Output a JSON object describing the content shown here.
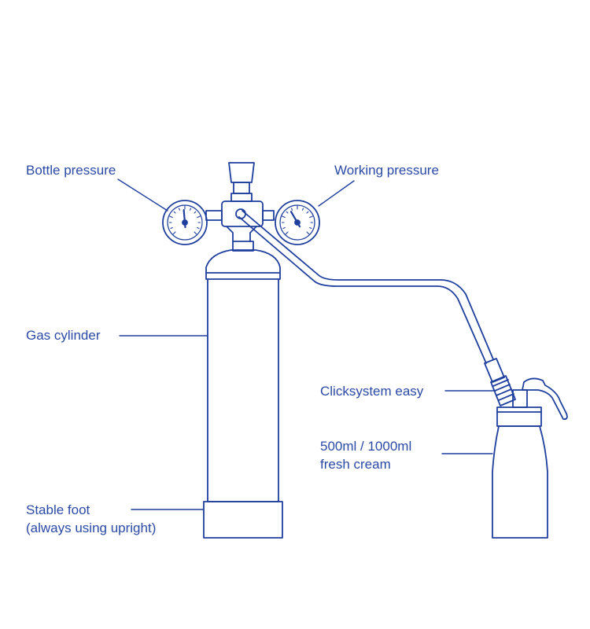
{
  "colors": {
    "stroke": "#1f3f9e",
    "text": "#2b4aa6",
    "background": "#ffffff"
  },
  "labels": {
    "bottle_pressure": "Bottle pressure",
    "working_pressure": "Working pressure",
    "gas_cylinder": "Gas cylinder",
    "clicksystem": "Clicksystem easy",
    "cream_line1": "500ml / 1000ml",
    "cream_line2": "fresh cream",
    "foot_line1": "Stable foot",
    "foot_line2": "(always using upright)"
  },
  "icons": {
    "left_gauge": "pressure-gauge-icon",
    "right_gauge": "pressure-gauge-icon",
    "regulator": "regulator-valve-icon",
    "cylinder": "gas-cylinder-icon",
    "dispenser": "cream-dispenser-icon"
  }
}
